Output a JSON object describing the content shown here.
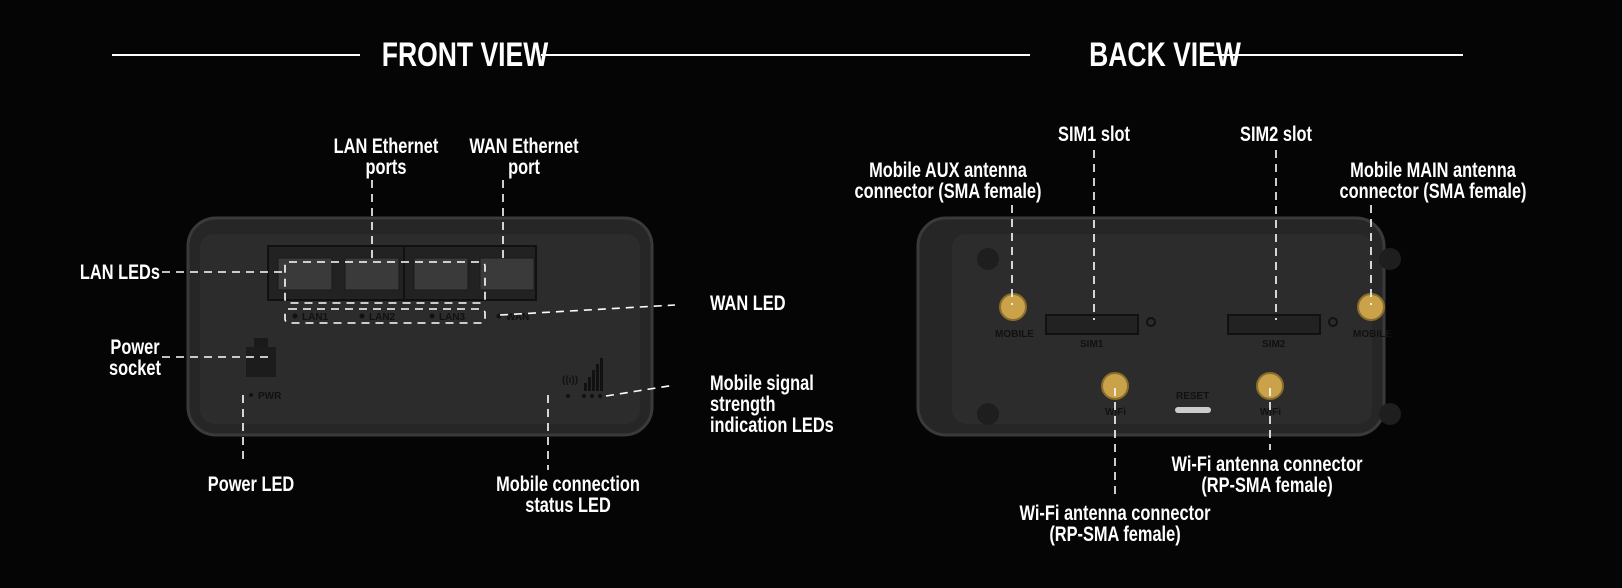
{
  "front": {
    "title": "FRONT VIEW",
    "labels": {
      "lan_ports": [
        "LAN Ethernet",
        "ports"
      ],
      "wan_port": [
        "WAN Ethernet",
        "port"
      ],
      "lan_leds": "LAN LEDs",
      "power_socket": [
        "Power",
        "socket"
      ],
      "power_led": "Power LED",
      "mobile_status_led": [
        "Mobile connection",
        "status LED"
      ],
      "wan_led": "WAN LED",
      "signal_leds": [
        "Mobile signal",
        "strength",
        "indication LEDs"
      ]
    },
    "device_text": {
      "lan1": "LAN1",
      "lan2": "LAN2",
      "lan3": "LAN3",
      "wan": "WAN",
      "pwr": "PWR"
    }
  },
  "back": {
    "title": "BACK VIEW",
    "labels": {
      "aux_antenna": [
        "Mobile AUX antenna",
        "connector (SMA female)"
      ],
      "sim1": "SIM1 slot",
      "sim2": "SIM2 slot",
      "main_antenna": [
        "Mobile MAIN antenna",
        "connector (SMA female)"
      ],
      "wifi_right": [
        "Wi-Fi antenna connector",
        "(RP-SMA female)"
      ],
      "wifi_left": [
        "Wi-Fi antenna connector",
        "(RP-SMA female)"
      ]
    },
    "device_text": {
      "mobile": "MOBILE",
      "sim1": "SIM1",
      "sim2": "SIM2",
      "reset": "RESET",
      "wifi": "WiFi"
    }
  },
  "colors": {
    "background": "#050505",
    "device": "#2a2a2a",
    "connector": "#c9a24a",
    "text": "#ffffff"
  }
}
